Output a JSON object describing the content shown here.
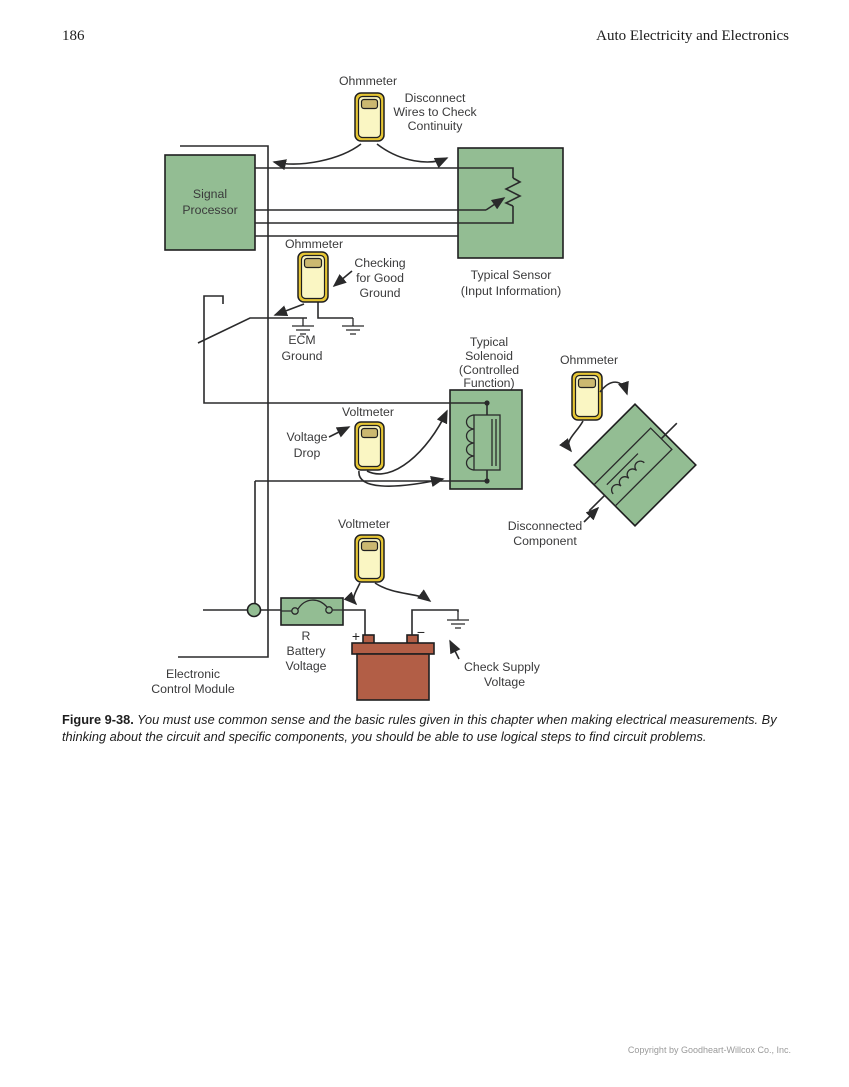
{
  "page": {
    "number": "186",
    "header_title": "Auto Electricity and Electronics",
    "footer": "Copyright by Goodheart-Willcox Co., Inc."
  },
  "caption": {
    "figure_label": "Figure 9-38.",
    "text": " You must use common sense and the basic rules given in this chapter when making electrical measurements. By thinking about the circuit and specific components, you should be able to use logical steps to find circuit problems."
  },
  "diagram": {
    "labels": {
      "ohmmeter": "Ohmmeter",
      "voltmeter": "Voltmeter",
      "disconnect_note": [
        "Disconnect",
        "Wires to Check",
        "Continuity"
      ],
      "signal_processor": [
        "Signal",
        "Processor"
      ],
      "typical_sensor": [
        "Typical Sensor",
        "(Input Information)"
      ],
      "checking_ground": [
        "Checking",
        "for Good",
        "Ground"
      ],
      "ecm_ground": [
        "ECM",
        "Ground"
      ],
      "typical_solenoid": [
        "Typical",
        "Solenoid",
        "(Controlled",
        "Function)"
      ],
      "voltage_drop": [
        "Voltage",
        "Drop"
      ],
      "disconnected_component": [
        "Disconnected",
        "Component"
      ],
      "fuse": [
        "R",
        "Battery",
        "Voltage"
      ],
      "battery_plus": "+",
      "battery_minus": "−",
      "check_supply": [
        "Check Supply",
        "Voltage"
      ],
      "ecm": [
        "Electronic",
        "Control Module"
      ]
    },
    "colors": {
      "component_green": "#93bd93",
      "meter_gold": "#e6c634",
      "meter_body": "#faf6c3",
      "meter_display": "#cbb870",
      "battery_red": "#b25e46",
      "line": "#2a2a2b"
    }
  }
}
